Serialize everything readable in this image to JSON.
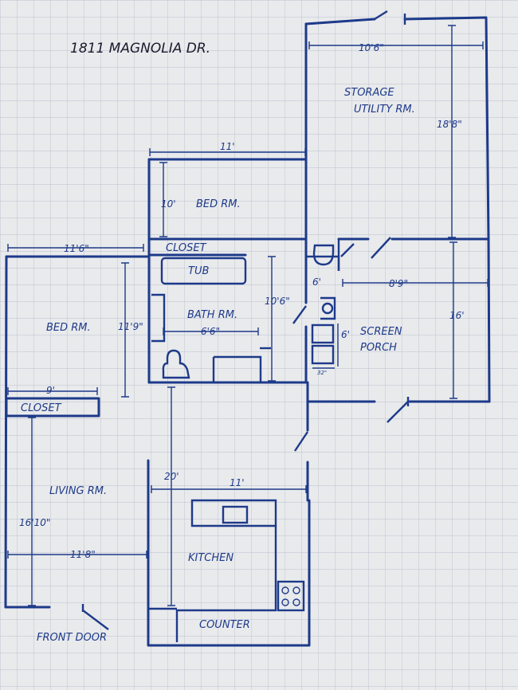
{
  "title": "1811 MAGNOLIA DR.",
  "rooms": {
    "storage_utility_line1": "STORAGE",
    "storage_utility_line2": "UTILITY RM.",
    "bedroom_top": "BED RM.",
    "closet_top": "CLOSET",
    "tub": "TUB",
    "bath": "BATH RM.",
    "bedroom_left": "BED RM.",
    "closet_left": "CLOSET",
    "screen_porch_line1": "SCREEN",
    "screen_porch_line2": "PORCH",
    "living": "LIVING RM.",
    "kitchen": "KITCHEN",
    "counter": "COUNTER",
    "front_door": "FRONT DOOR"
  },
  "dimensions": {
    "storage_width": "10'6\"",
    "storage_depth": "18'8\"",
    "bedroom_top_width": "11'",
    "bedroom_top_depth": "10'",
    "bedroom_left_width": "11'6\"",
    "bedroom_left_depth": "11'9\"",
    "bath_width": "6'6\"",
    "bath_depth": "10'6\"",
    "porch_width": "8'9\"",
    "porch_depth": "16'",
    "hall_6_a": "6'",
    "hall_6_b": "6'",
    "small_32": "32\"",
    "closet_left_width": "9'",
    "hall_20": "20'",
    "kitchen_width": "11'",
    "living_depth": "16'10\"",
    "living_width": "11'8\""
  },
  "colors": {
    "paper": "#e9eaec",
    "grid": "#b9c0cc",
    "ink": "#1d3a8a",
    "title_ink": "#1a1a2e"
  }
}
